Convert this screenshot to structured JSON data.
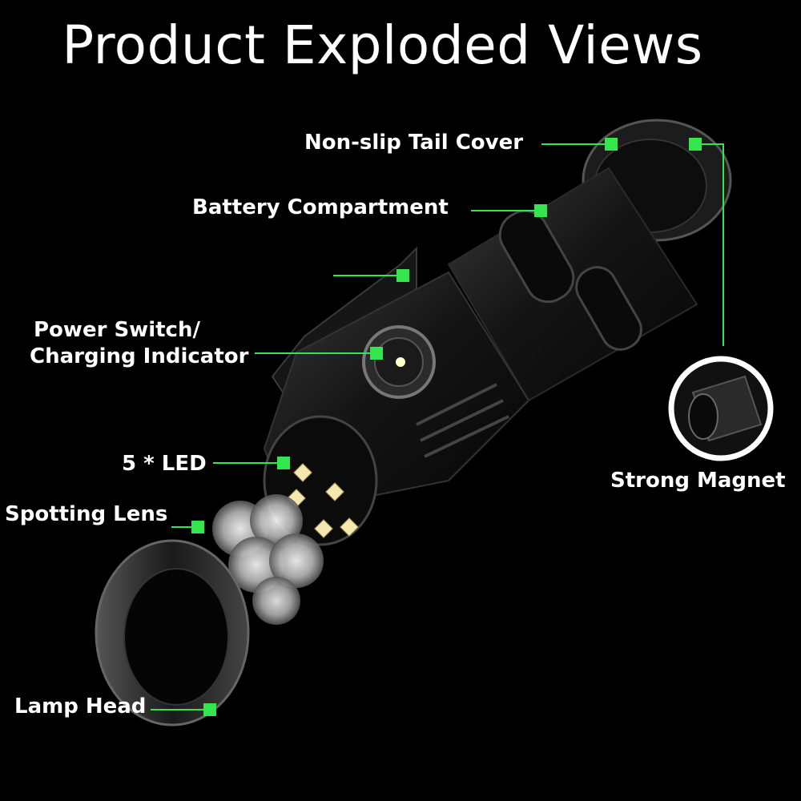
{
  "title": "Product Exploded Views",
  "accent_color": "#33e64d",
  "labels": {
    "tail_cover": "Non-slip Tail Cover",
    "battery": "Battery Compartment",
    "power_switch_line1": "Power Switch/",
    "power_switch_line2": "Charging Indicator",
    "led": "5 * LED",
    "spotting_lens": "Spotting Lens",
    "lamp_head": "Lamp Head",
    "magnet": "Strong Magnet"
  }
}
